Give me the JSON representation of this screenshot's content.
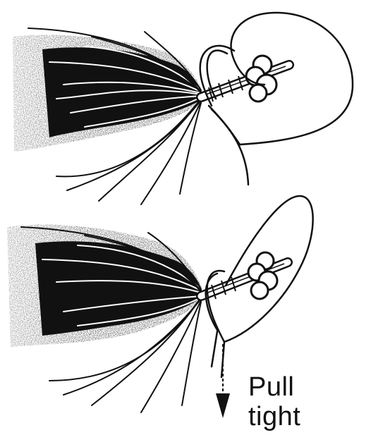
{
  "caption": {
    "line1": "Pull",
    "line2": "tight"
  },
  "colors": {
    "ink": "#111111",
    "fiber_dark": "#1a1a1a",
    "background": "#ffffff"
  },
  "panels": [
    {
      "name": "knot-step-loop",
      "arrow": false
    },
    {
      "name": "knot-step-pull-tight",
      "arrow": true
    }
  ]
}
